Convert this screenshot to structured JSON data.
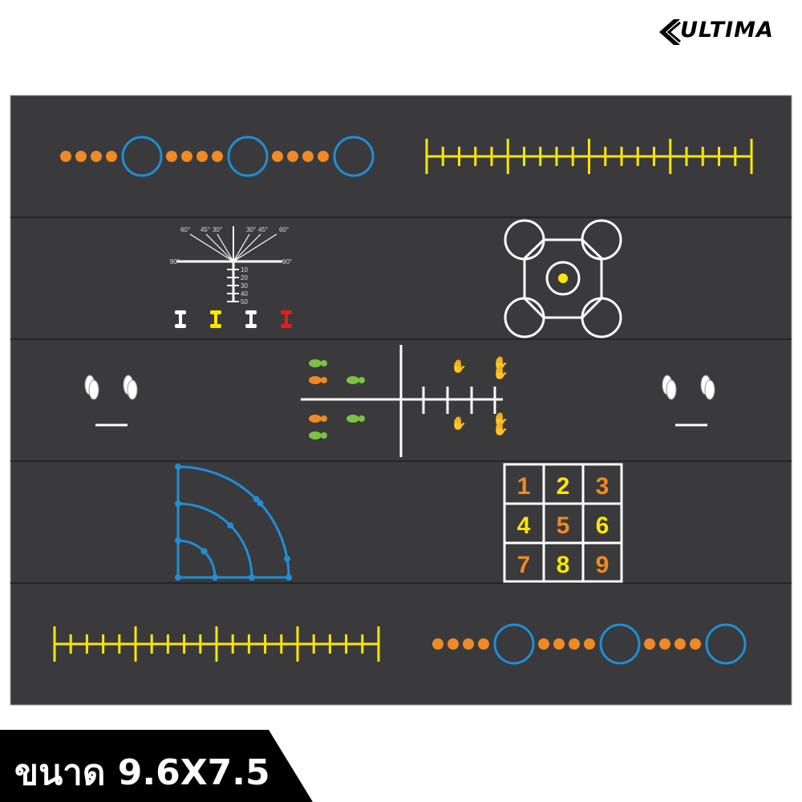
{
  "brand": {
    "logo_text": "ULTIMA"
  },
  "size_label": "ขนาด 9.6X7.5",
  "angle_chart": {
    "left_angles": [
      "60°",
      "45°",
      "30°"
    ],
    "right_angles": [
      "30°",
      "45°",
      "60°"
    ],
    "side_angles": [
      "90°",
      "90°"
    ],
    "depth_marks": [
      "10",
      "20",
      "30",
      "40",
      "50"
    ]
  },
  "number_grid": {
    "numbers": [
      "1",
      "2",
      "3",
      "4",
      "5",
      "6",
      "7",
      "8",
      "9"
    ],
    "colors": [
      "#f08a24",
      "#ffe600",
      "#f08a24",
      "#ffe600",
      "#f08a24",
      "#ffe600",
      "#f08a24",
      "#ffe600",
      "#f08a24"
    ]
  },
  "dumbbell_colors": [
    "#ffffff",
    "#ffe600",
    "#ffffff",
    "#e81c1c"
  ],
  "colors": {
    "mat": "#3a3a3c",
    "orange": "#f08a24",
    "blue": "#1e8fd6",
    "yellow": "#ffe600",
    "green": "#7cc242",
    "white": "#ffffff"
  }
}
